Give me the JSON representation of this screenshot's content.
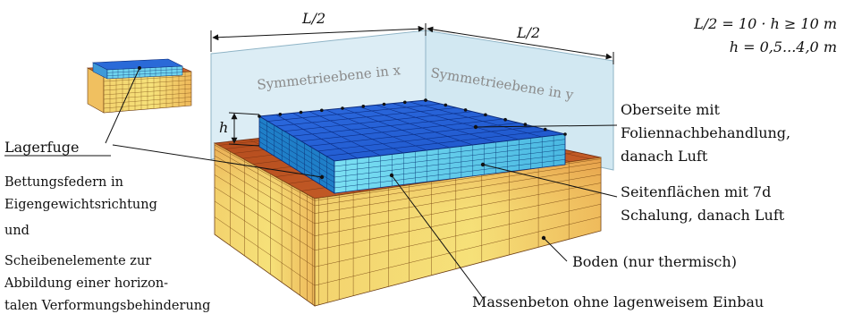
{
  "dimensions": {
    "L_half_left": "L/2",
    "L_half_right": "L/2",
    "h": "h"
  },
  "formulas": {
    "line1": "L/2 = 10 · h ≥ 10 m",
    "line2": "h = 0,5...4,0 m"
  },
  "planes": {
    "sym_x": "Symmetrieebene in x",
    "sym_y": "Symmetrieebene in y"
  },
  "labels": {
    "lagerfuge": "Lagerfuge",
    "bettung_1": "Bettungsfedern in",
    "bettung_2": "Eigengewichtsrichtung",
    "und": "und",
    "scheibe_1": "Scheibenelemente zur",
    "scheibe_2": "Abbildung einer horizon-",
    "scheibe_3": "talen Verformungsbehinderung",
    "oberseite_1": "Oberseite mit",
    "oberseite_2": "Foliennachbehandlung,",
    "oberseite_3": "danach Luft",
    "seiten_1": "Seitenflächen mit 7d",
    "seiten_2": "Schalung, danach Luft",
    "boden": "Boden (nur thermisch)",
    "massen": "Massenbeton ohne lagenweisem Einbau"
  },
  "colors": {
    "soil_dark": "#b8501f",
    "soil_mid": "#d98a3c",
    "soil_light": "#f2cc66",
    "soil_yellow": "#f6e27a",
    "slab_top": "#1f5fd6",
    "slab_top_light": "#2a74e6",
    "slab_side": "#57c6e8",
    "slab_side_light": "#7fe0f2",
    "plane": "#d7ebf3"
  }
}
